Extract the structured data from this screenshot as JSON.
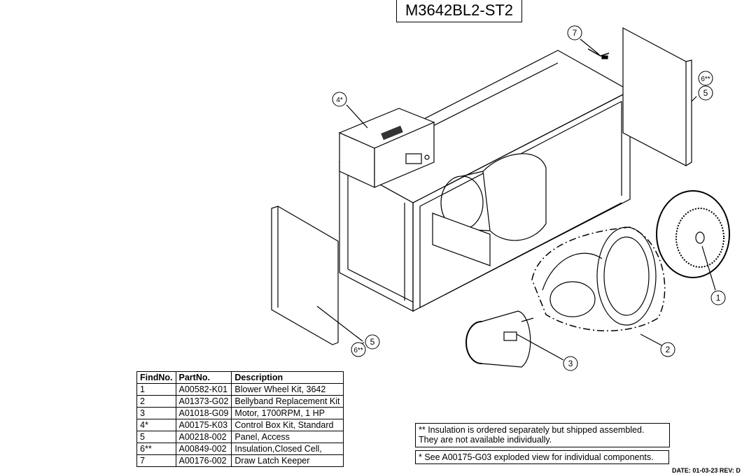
{
  "title": "M3642BL2-ST2",
  "callouts": [
    {
      "id": "c7",
      "label": "7"
    },
    {
      "id": "c6a",
      "label": "6**"
    },
    {
      "id": "c5a",
      "label": "5"
    },
    {
      "id": "c4",
      "label": "4*"
    },
    {
      "id": "c1",
      "label": "1"
    },
    {
      "id": "c2",
      "label": "2"
    },
    {
      "id": "c3",
      "label": "3"
    },
    {
      "id": "c5b",
      "label": "5"
    },
    {
      "id": "c6b",
      "label": "6**"
    }
  ],
  "parts_table": {
    "headers": [
      "FindNo.",
      "PartNo.",
      "Description"
    ],
    "rows": [
      [
        "1",
        "A00582-K01",
        "Blower Wheel Kit, 3642"
      ],
      [
        "2",
        "A01373-G02",
        "Bellyband Replacement Kit"
      ],
      [
        "3",
        "A01018-G09",
        "Motor, 1700RPM, 1 HP"
      ],
      [
        "4*",
        "A00175-K03",
        "Control Box Kit, Standard"
      ],
      [
        "5",
        "A00218-002",
        "Panel, Access"
      ],
      [
        "6**",
        "A00849-002",
        "Insulation,Closed Cell,"
      ],
      [
        "7",
        "A00176-002",
        "Draw Latch Keeper"
      ]
    ]
  },
  "notes": {
    "insulation_line1": "** Insulation is ordered separately but shipped assembled.",
    "insulation_line2": "They are not available individually.",
    "control_box": "* See A00175-G03 exploded view for individual components."
  },
  "footer": "DATE: 01-03-23  REV: D"
}
